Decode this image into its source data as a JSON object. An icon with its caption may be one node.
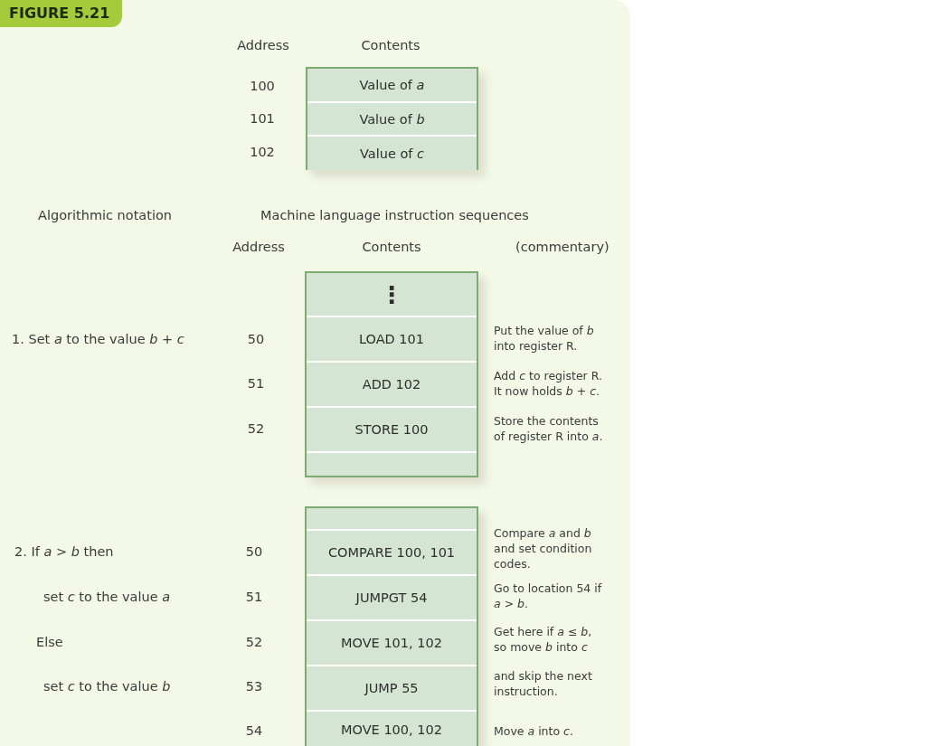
{
  "diagram": {
    "title": "FIGURE 5.21",
    "nodes": [
      {
        "text": [],
        "shape": "box"
      },
      {
        "text": [
          "Value of *a*"
        ],
        "in": 0
      },
      {
        "text": [
          "Value of *b*"
        ],
        "in": 0
      },
      {
        "text": [
          "Value of *c*"
        ],
        "in": 0
      },
      {
        "text": [],
        "shape": "box"
      },
      {
        "text": [
          "⋮"
        ],
        "in": 4
      },
      {
        "text": [
          "LOAD 101"
        ],
        "in": 4
      },
      {
        "text": [
          "ADD 102"
        ],
        "in": 4
      },
      {
        "text": [
          "STORE 100"
        ],
        "in": 4
      },
      {
        "text": [],
        "shape": "box",
        "in": 4
      },
      {
        "text": [],
        "shape": "box"
      },
      {
        "text": [],
        "shape": "box",
        "in": 10
      },
      {
        "text": [
          "COMPARE 100, 101"
        ],
        "in": 10
      },
      {
        "text": [
          "JUMPGT 54"
        ],
        "in": 10
      },
      {
        "text": [
          "MOVE 101, 102"
        ],
        "in": 10
      },
      {
        "text": [
          "JUMP 55"
        ],
        "in": 10
      },
      {
        "text": [
          "MOVE 100, 102"
        ],
        "in": 10
      }
    ],
    "labels": [
      "Address",
      "Contents",
      "100",
      "101",
      "102",
      "Algorithmic notation",
      "Machine language instruction sequences",
      "Address",
      "Contents",
      "(commentary)",
      "1. Set *a* to the value *b* + *c*",
      "50",
      "Put the value of *b* into register R.",
      "51",
      "Add *c* to register R. It now holds *b* + *c*.",
      "52",
      "Store the contents of register R into *a*.",
      "2. If *a* > *b* then",
      "50",
      "Compare *a* and *b* and set condition codes.",
      "set *c* to the value *a*",
      "51",
      "Go to location 54 if *a* > *b*.",
      "Else",
      "52",
      "Get here if *a* ≤ *b*, so move *b* into *c*",
      "set *c* to the value *b*",
      "53",
      "and skip the next instruction.",
      "54",
      "Move *a* into *c*."
    ]
  }
}
